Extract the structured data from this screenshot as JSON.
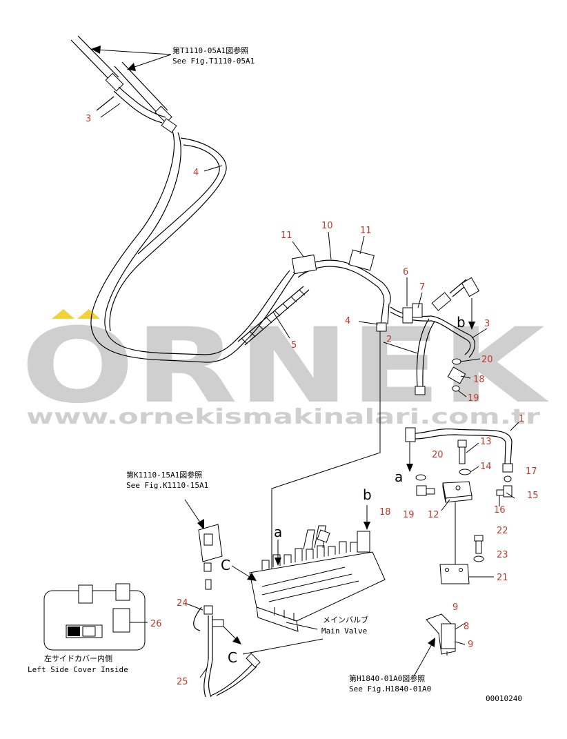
{
  "watermark": {
    "brand": "ORNEK",
    "url": "www.ornekismakinalari.com.tr",
    "accent_color": "#f2d13a"
  },
  "references": {
    "top": {
      "jp": "第T1110-05A1図参照",
      "en": "See Fig.T1110-05A1"
    },
    "left": {
      "jp": "第K1110-15A1図参照",
      "en": "See Fig.K1110-15A1"
    },
    "bottom": {
      "jp": "第H1840-01A0図参照",
      "en": "See Fig.H1840-01A0"
    }
  },
  "labels": {
    "main_valve_jp": "メインバルブ",
    "main_valve_en": "Main Valve",
    "cover_jp": "左サイドカバー内側",
    "cover_en": "Left Side Cover Inside",
    "drawing_number": "00010240"
  },
  "connection_letters": {
    "a": "a",
    "b": "b",
    "c": "C"
  },
  "part_numbers": [
    {
      "id": "p3a",
      "text": "3"
    },
    {
      "id": "p4a",
      "text": "4"
    },
    {
      "id": "p11a",
      "text": "11"
    },
    {
      "id": "p10",
      "text": "10"
    },
    {
      "id": "p11b",
      "text": "11"
    },
    {
      "id": "p6",
      "text": "6"
    },
    {
      "id": "p7",
      "text": "7"
    },
    {
      "id": "p4b",
      "text": "4"
    },
    {
      "id": "p2",
      "text": "2"
    },
    {
      "id": "p5",
      "text": "5"
    },
    {
      "id": "p3b",
      "text": "3"
    },
    {
      "id": "p20a",
      "text": "20"
    },
    {
      "id": "p18a",
      "text": "18"
    },
    {
      "id": "p19a",
      "text": "19"
    },
    {
      "id": "p1",
      "text": "1"
    },
    {
      "id": "p13",
      "text": "13"
    },
    {
      "id": "p20b",
      "text": "20"
    },
    {
      "id": "p14",
      "text": "14"
    },
    {
      "id": "p17",
      "text": "17"
    },
    {
      "id": "p15",
      "text": "15"
    },
    {
      "id": "p18b",
      "text": "18"
    },
    {
      "id": "p19b",
      "text": "19"
    },
    {
      "id": "p12",
      "text": "12"
    },
    {
      "id": "p16",
      "text": "16"
    },
    {
      "id": "p22",
      "text": "22"
    },
    {
      "id": "p23",
      "text": "23"
    },
    {
      "id": "p21",
      "text": "21"
    },
    {
      "id": "p9a",
      "text": "9"
    },
    {
      "id": "p8",
      "text": "8"
    },
    {
      "id": "p9b",
      "text": "9"
    },
    {
      "id": "p24",
      "text": "24"
    },
    {
      "id": "p26",
      "text": "26"
    },
    {
      "id": "p25",
      "text": "25"
    }
  ]
}
